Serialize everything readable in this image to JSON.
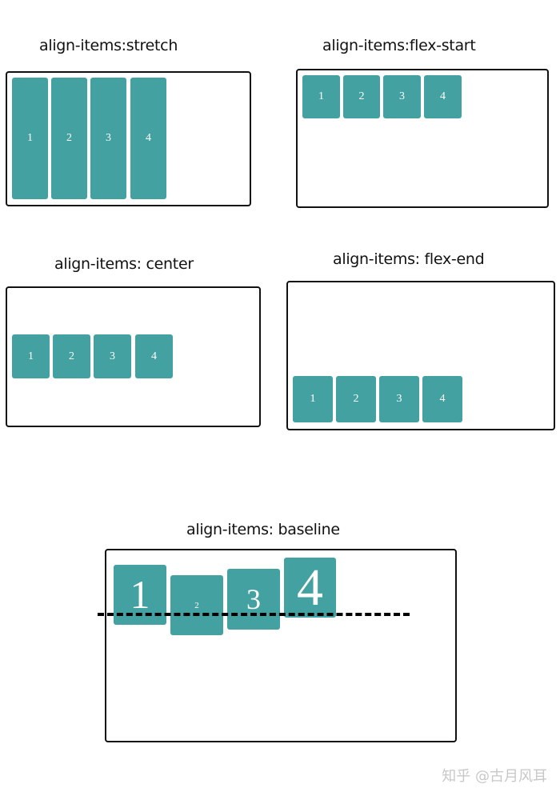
{
  "colors": {
    "item": "#44a1a1",
    "border": "#111111",
    "text": "#111111",
    "dash": "#000000",
    "watermark": "#c8c8c8"
  },
  "panels": [
    {
      "title": "align-items:stretch",
      "items": [
        "1",
        "2",
        "3",
        "4"
      ]
    },
    {
      "title": "align-items:flex-start",
      "items": [
        "1",
        "2",
        "3",
        "4"
      ]
    },
    {
      "title": "align-items: center",
      "items": [
        "1",
        "2",
        "3",
        "4"
      ]
    },
    {
      "title": "align-items: flex-end",
      "items": [
        "1",
        "2",
        "3",
        "4"
      ]
    },
    {
      "title": "align-items: baseline",
      "items": [
        "1",
        "2",
        "3",
        "4"
      ],
      "baseline_line": "dashed"
    }
  ],
  "watermark": "知乎 @古月风耳"
}
